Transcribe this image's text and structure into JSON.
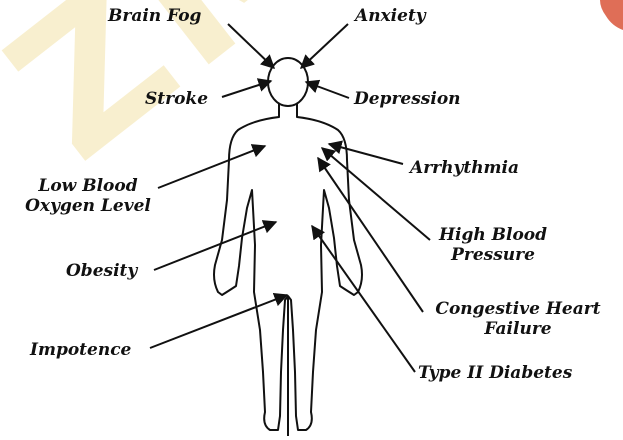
{
  "watermark": {
    "text": "ZM"
  },
  "labels": {
    "brain_fog": "Brain Fog",
    "anxiety": "Anxiety",
    "stroke": "Stroke",
    "depression": "Depression",
    "low_blood_oxygen_1": "Low Blood",
    "low_blood_oxygen_2": "Oxygen Level",
    "arrhythmia": "Arrhythmia",
    "high_blood_pressure_1": "High Blood",
    "high_blood_pressure_2": "Pressure",
    "obesity": "Obesity",
    "congestive_heart_failure_1": "Congestive Heart",
    "congestive_heart_failure_2": "Failure",
    "impotence": "Impotence",
    "type_ii_diabetes": "Type II Diabetes"
  },
  "colors": {
    "ink": "#111111",
    "watermark": "#f3e2a8",
    "corner_accent": "#d9553a"
  }
}
